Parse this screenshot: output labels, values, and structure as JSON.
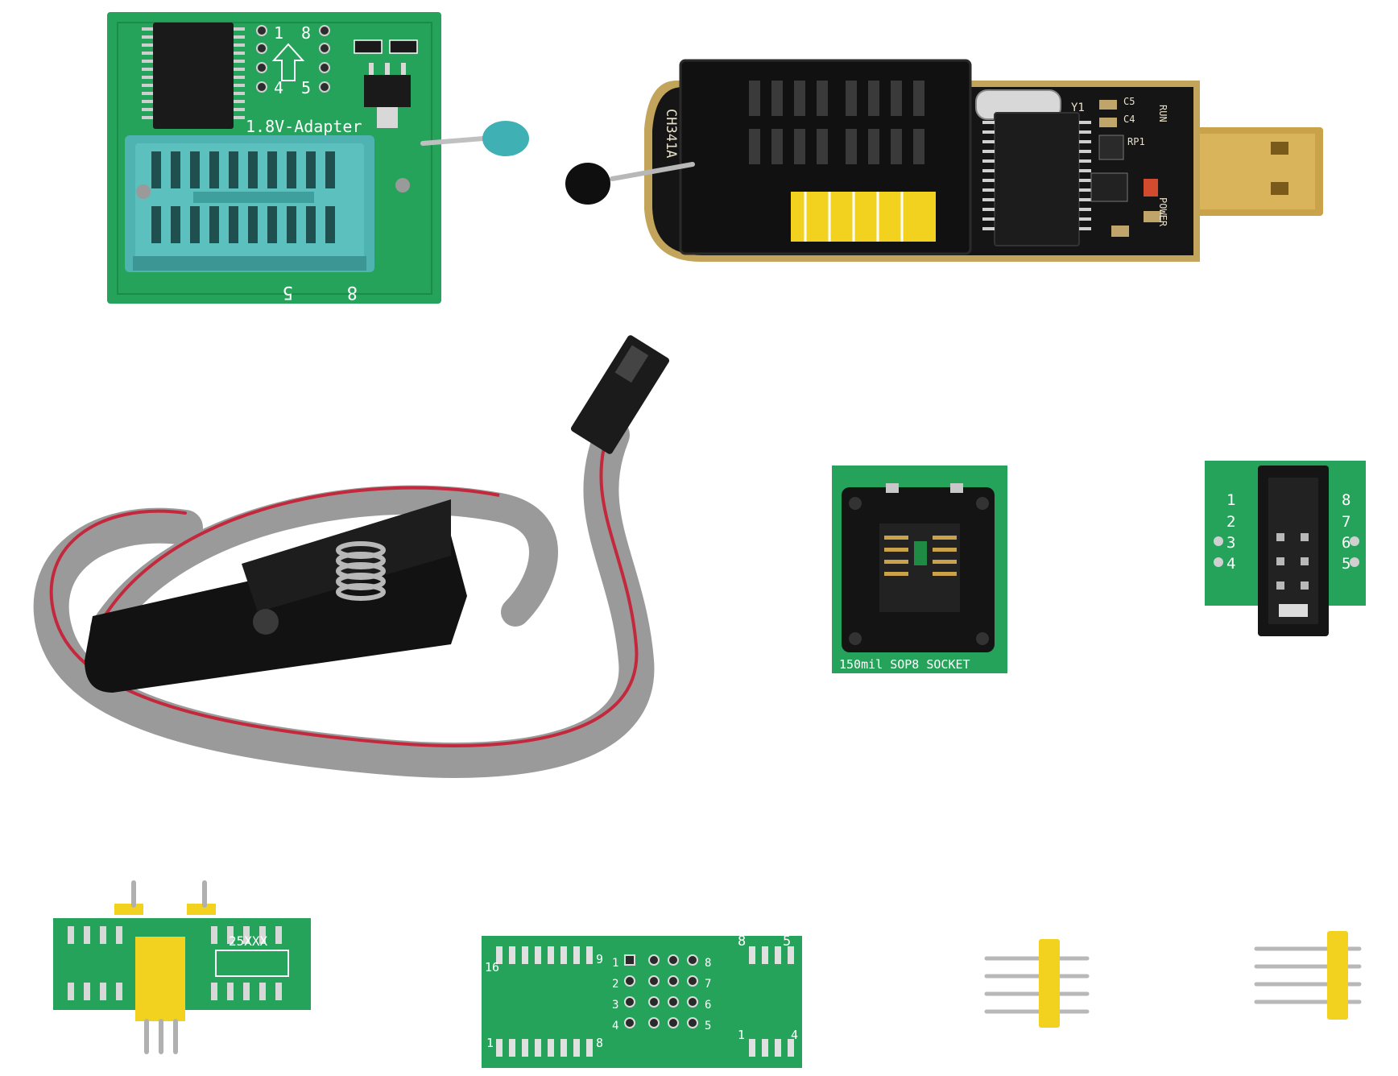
{
  "photo": {
    "background": "#ffffff",
    "colors": {
      "pcb_green": "#25a35a",
      "pcb_green_dark": "#1c8a49",
      "zif_blue": "#4fb3b1",
      "programmer_black": "#151515",
      "gold": "#c9a24a",
      "header_yellow": "#f2d21e",
      "cable_grey": "#9a9a9a",
      "cable_red": "#c4283c"
    }
  },
  "adapter_18v": {
    "label": "1.8V-Adapter",
    "pin_labels": [
      "1",
      "8",
      "4",
      "5"
    ],
    "bottom_labels": [
      "5",
      "8"
    ]
  },
  "programmer": {
    "chip_label": "CH341A",
    "crystal_label": "Y1",
    "part_labels": [
      "C5",
      "C4",
      "RP1",
      "RUN",
      "POWER"
    ]
  },
  "sop8_socket": {
    "caption": "150mil SOP8 SOCKET"
  },
  "idc_adapter": {
    "pin_labels": [
      "1",
      "8",
      "2",
      "7",
      "3",
      "6",
      "4",
      "5"
    ]
  },
  "dip_adapter_25xxx": {
    "label": "25XXX"
  },
  "sop16_adapter": {
    "labels": [
      "16",
      "9",
      "8",
      "5",
      "1",
      "8",
      "1",
      "4",
      "1",
      "2",
      "3",
      "4",
      "8",
      "7",
      "6",
      "5"
    ]
  }
}
